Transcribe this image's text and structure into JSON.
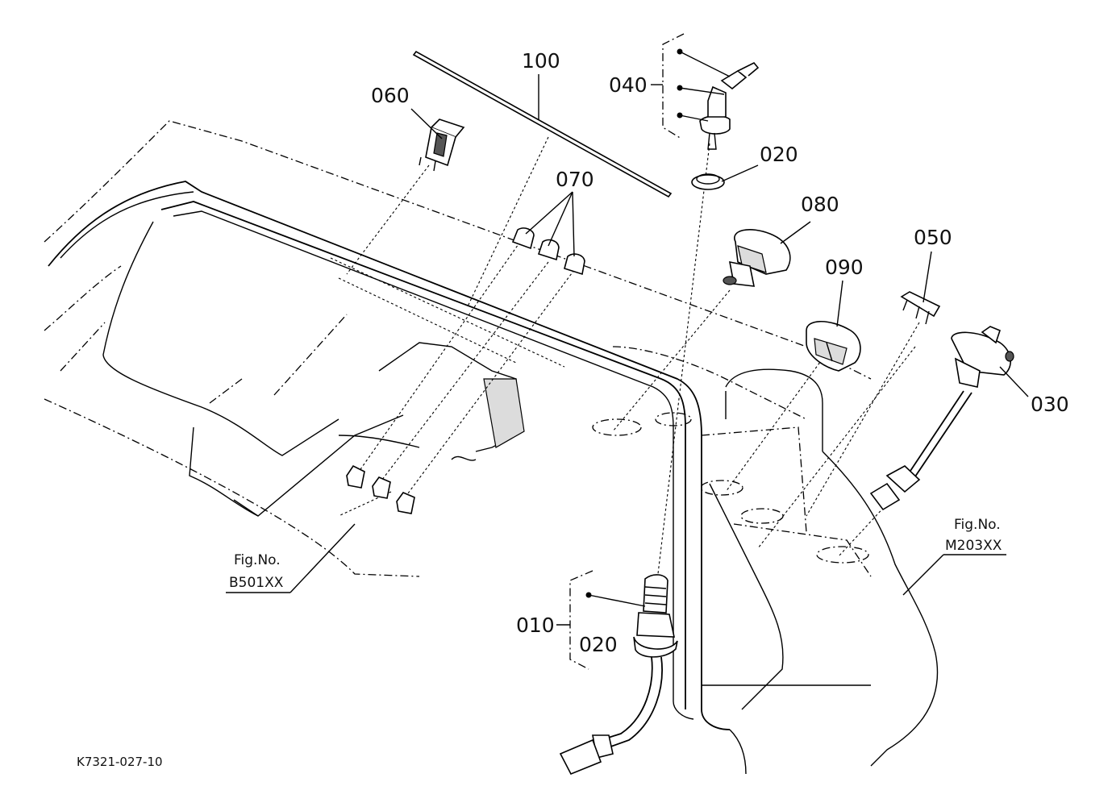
{
  "callouts": {
    "c100": "100",
    "c060": "060",
    "c040": "040",
    "c020_top": "020",
    "c070": "070",
    "c080": "080",
    "c050": "050",
    "c090": "090",
    "c030": "030",
    "c010": "010",
    "c020_bottom": "020"
  },
  "figure_refs": {
    "left": {
      "line1": "Fig.No.",
      "line2": "B501XX"
    },
    "right": {
      "line1": "Fig.No.",
      "line2": "M203XX"
    }
  },
  "drawing_code": "K7321-027-10"
}
